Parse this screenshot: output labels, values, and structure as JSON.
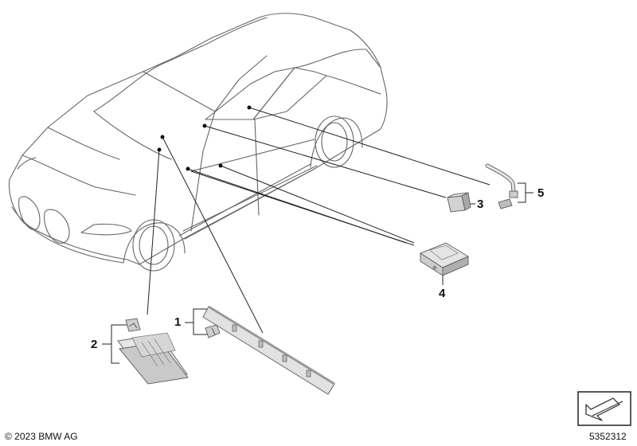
{
  "callouts": {
    "c1": "1",
    "c2": "2",
    "c3": "3",
    "c4": "4",
    "c5": "5"
  },
  "footer": {
    "copyright": "© 2023 BMW AG",
    "document_number": "5352312"
  },
  "colors": {
    "outline": "#555555",
    "leader": "#222222",
    "part_fill": "#d7d7d7",
    "part_shade": "#a8a8a8"
  },
  "icons": {
    "nav_arrow": "nav-arrow-icon"
  }
}
